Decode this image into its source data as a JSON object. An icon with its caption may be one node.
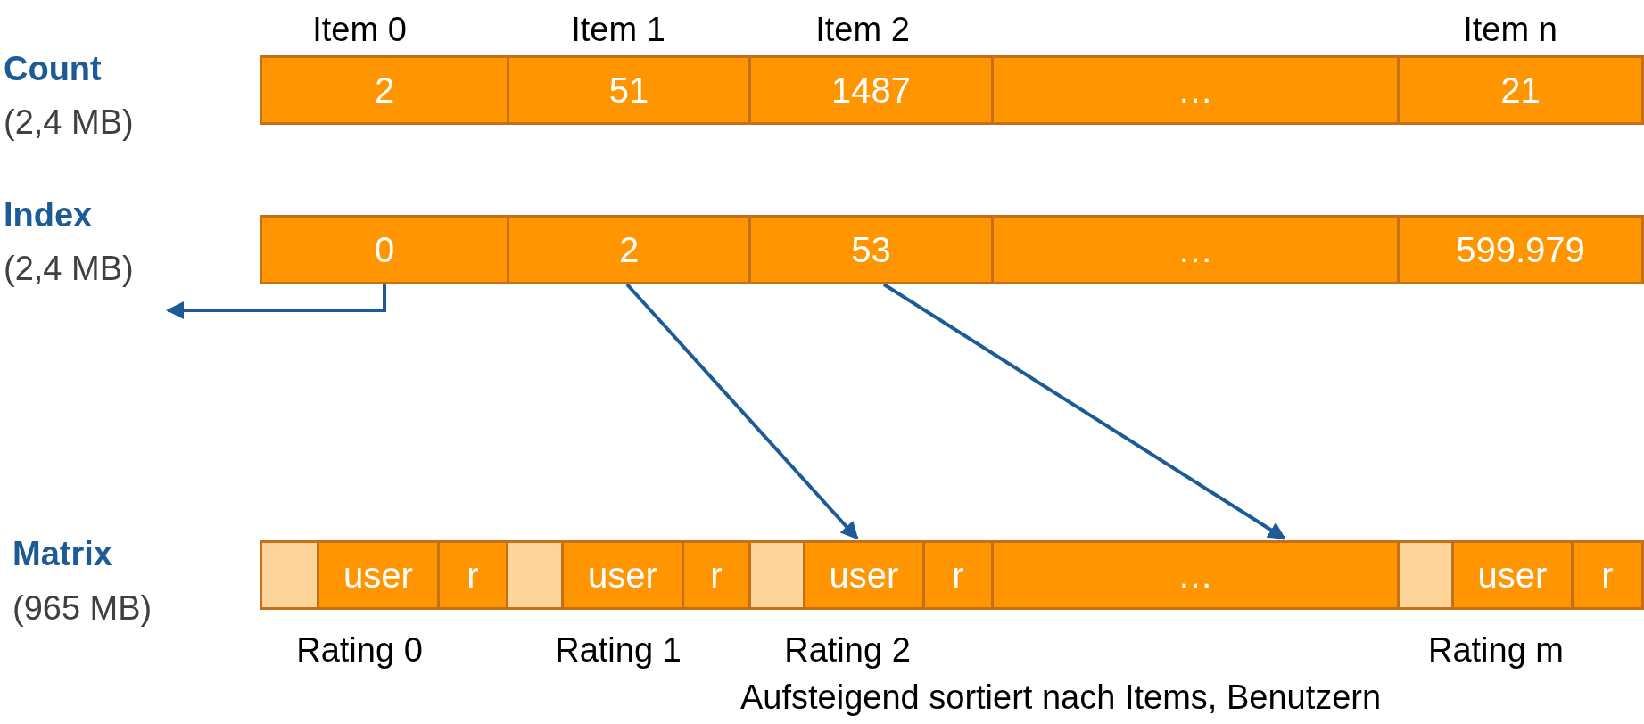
{
  "diagram": {
    "nodes": [
      {
        "text": [
          "2"
        ]
      },
      {
        "text": [
          "51"
        ]
      },
      {
        "text": [
          "1487"
        ]
      },
      {
        "text": [
          "…"
        ]
      },
      {
        "text": [
          "21"
        ]
      },
      {
        "text": [
          "0"
        ]
      },
      {
        "text": [
          "2"
        ]
      },
      {
        "text": [
          "53"
        ]
      },
      {
        "text": [
          "…"
        ]
      },
      {
        "text": [
          "599.979"
        ]
      },
      {
        "text": [],
        "shape": "box"
      },
      {
        "text": [
          "user"
        ]
      },
      {
        "text": [
          "r"
        ]
      },
      {
        "text": [],
        "shape": "box"
      },
      {
        "text": [
          "user"
        ]
      },
      {
        "text": [
          "r"
        ]
      },
      {
        "text": [],
        "shape": "box"
      },
      {
        "text": [
          "user"
        ]
      },
      {
        "text": [
          "r"
        ]
      },
      {
        "text": [
          "…"
        ]
      },
      {
        "text": [],
        "shape": "box"
      },
      {
        "text": [
          "user"
        ]
      },
      {
        "text": [
          "r"
        ]
      }
    ],
    "edges": [
      {
        "from": 5,
        "to": null,
        "arrow": "to"
      },
      {
        "from": 6,
        "to": 17,
        "arrow": "to"
      },
      {
        "from": 7,
        "to": 19,
        "arrow": "to"
      }
    ],
    "labels": [
      "Item 0",
      "Item 1",
      "Item 2",
      "Item n",
      "Count",
      "(2,4 MB)",
      "Index",
      "(2,4 MB)",
      "Matrix",
      "(965 MB)",
      "Rating 0",
      "Rating 1",
      "Rating 2",
      "Rating m",
      "Aufsteigend sortiert nach Items, Benutzern"
    ]
  }
}
